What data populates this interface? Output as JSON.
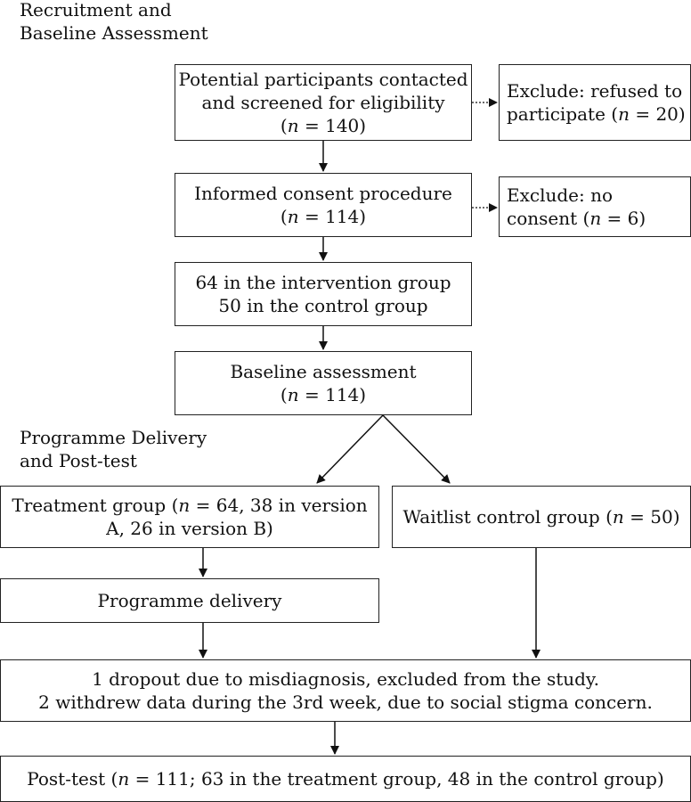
{
  "sections": {
    "recruitment": [
      "Recruitment and",
      "Baseline Assessment"
    ],
    "delivery": [
      "Programme Delivery",
      "and Post-test"
    ]
  },
  "boxes": {
    "screening": {
      "line1": "Potential participants contacted",
      "line2": "and screened for eligibility",
      "n_open": "(",
      "n_var": "n",
      "n_rest": " = 140)"
    },
    "exclude_refused": {
      "line1": "Exclude: refused to",
      "line2_pre": "participate (",
      "n_var": "n",
      "n_rest": " = 20)"
    },
    "consent": {
      "line1": "Informed consent procedure",
      "n_open": "(",
      "n_var": "n",
      "n_rest": " = 114)"
    },
    "exclude_no_consent": {
      "line1": "Exclude: no",
      "line2_pre": "consent (",
      "n_var": "n",
      "n_rest": " = 6)"
    },
    "groups": {
      "line1": "64 in the intervention group",
      "line2": "50 in the control group"
    },
    "baseline": {
      "line1": "Baseline assessment",
      "n_open": "(",
      "n_var": "n",
      "n_rest": " = 114)"
    },
    "treatment": {
      "line1_pre": "Treatment group (",
      "n_var": "n",
      "line1_rest": " = 64, 38 in version",
      "line2": "A, 26 in version B)"
    },
    "waitlist": {
      "pre": "Waitlist control group (",
      "n_var": "n",
      "rest": " = 50)"
    },
    "delivery": {
      "line1": "Programme delivery"
    },
    "dropout": {
      "line1": "1 dropout due to misdiagnosis, excluded from the study.",
      "line2": "2 withdrew data during the 3rd week, due to social stigma concern."
    },
    "posttest": {
      "pre": "Post-test (",
      "n_var": "n",
      "rest": " = 111; 63 in the treatment group, 48 in the control group)"
    }
  }
}
